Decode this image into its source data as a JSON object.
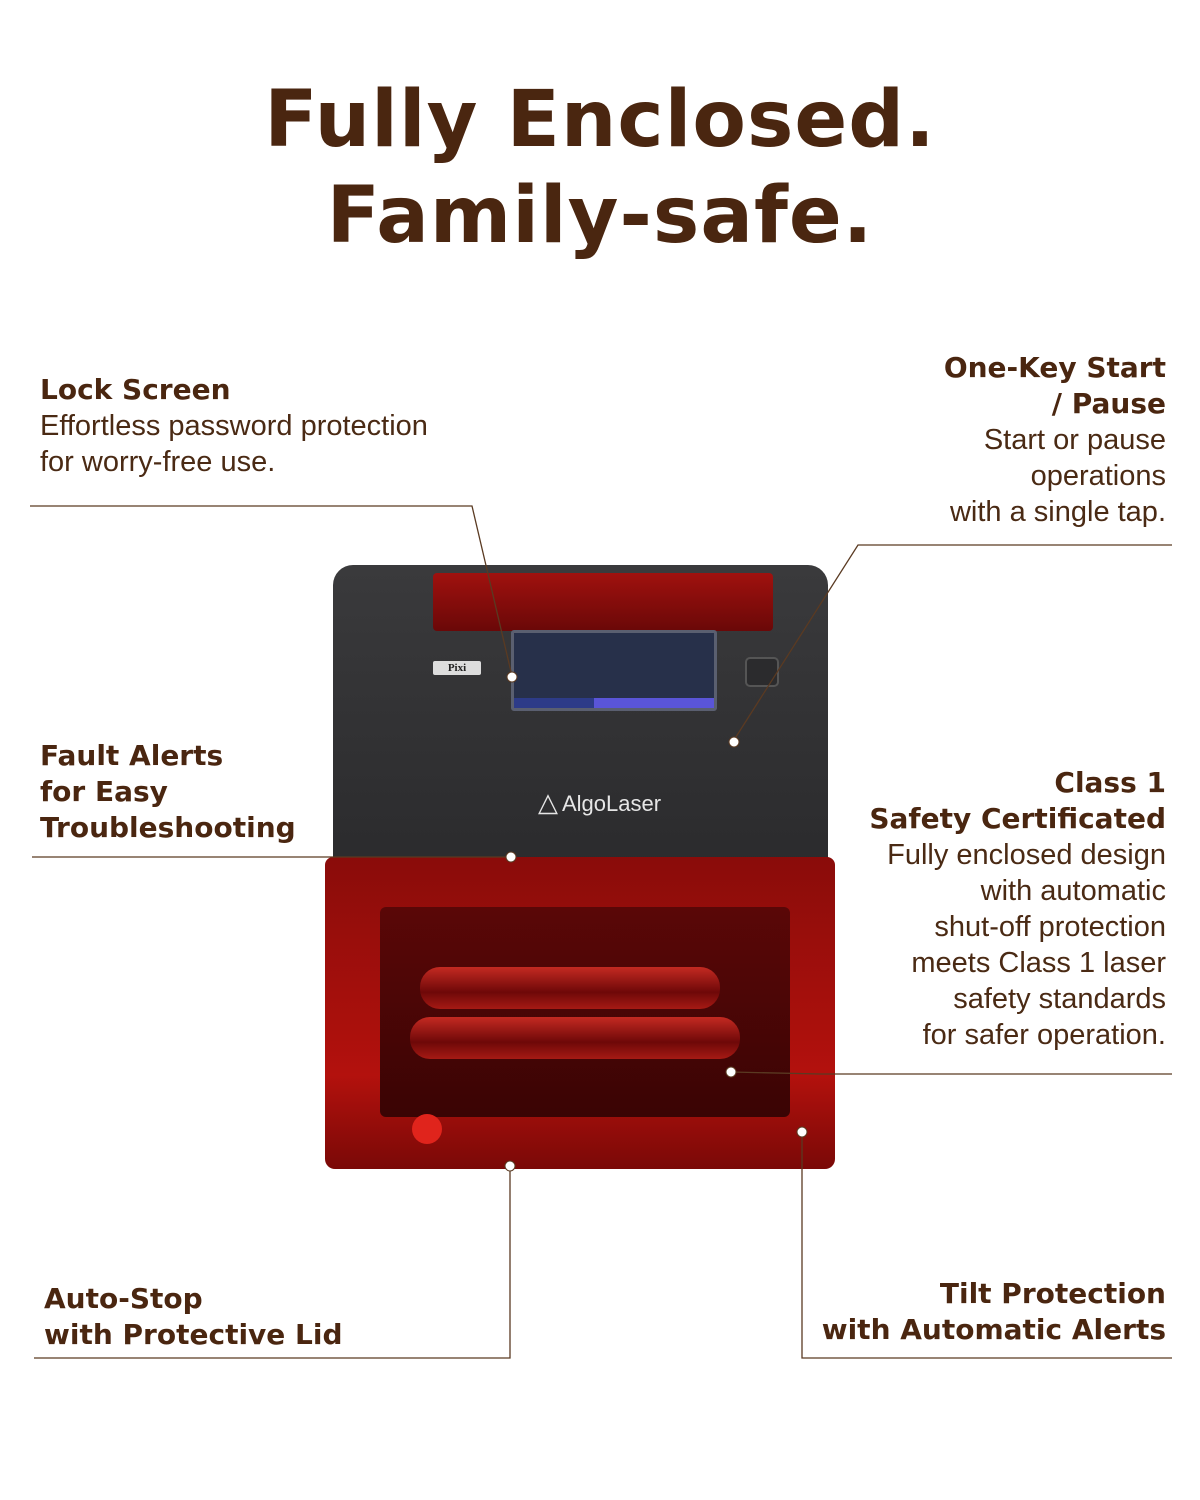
{
  "headline": {
    "line1": "Fully Enclosed.",
    "line2": "Family-safe."
  },
  "callouts": {
    "lock_screen": {
      "title": "Lock Screen",
      "desc1": "Effortless password protection",
      "desc2": "for worry-free use."
    },
    "one_key": {
      "title1": "One-Key Start",
      "title2": "/ Pause",
      "desc1": "Start or pause",
      "desc2": "operations",
      "desc3": "with a single tap."
    },
    "fault_alerts": {
      "title1": "Fault Alerts",
      "title2": "for Easy",
      "title3": "Troubleshooting"
    },
    "class1": {
      "title1": "Class 1",
      "title2": "Safety Certificated",
      "desc1": "Fully enclosed design",
      "desc2": "with automatic",
      "desc3": "shut-off protection",
      "desc4": "meets Class 1 laser",
      "desc5": "safety standards",
      "desc6": "for safer operation."
    },
    "auto_stop": {
      "title1": "Auto-Stop",
      "title2": "with Protective Lid"
    },
    "tilt": {
      "title1": "Tilt Protection",
      "title2": "with Automatic Alerts"
    }
  },
  "device": {
    "brand": "AlgoLaser",
    "badge": "Pixi"
  },
  "colors": {
    "text": "#4a2610",
    "line": "#5a3a22",
    "accent_red": "#b3110d"
  }
}
